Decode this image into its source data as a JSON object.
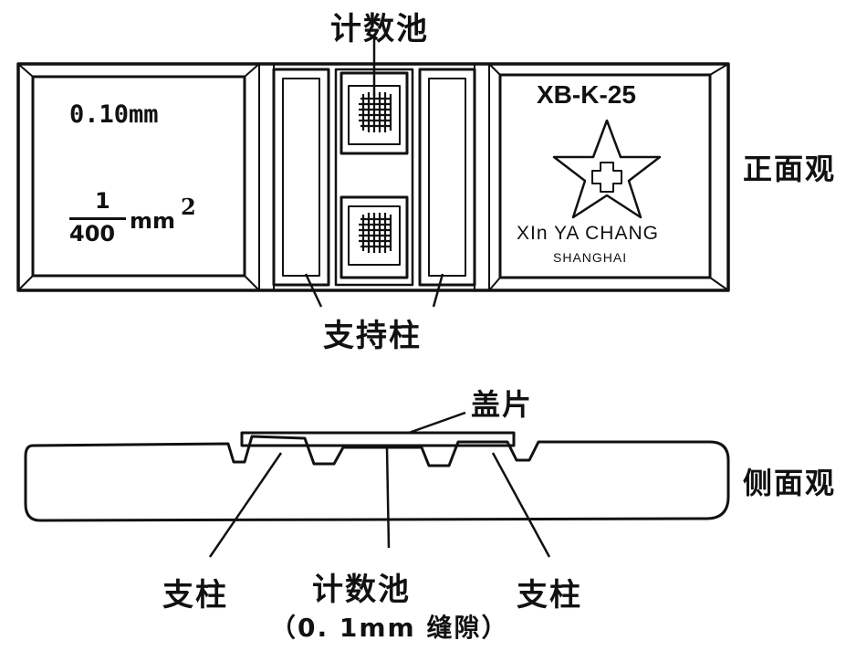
{
  "front": {
    "counting_chamber": "计数池",
    "depth": "0.10mm",
    "area_numerator": "1",
    "area_denominator": "400",
    "area_unit": "mm",
    "area_exponent": "2",
    "model": "XB-K-25",
    "maker_line1": "XIn YA CHANG",
    "maker_line2": "SHANGHAI",
    "view_label": "正面观",
    "support_pillar": "支持柱"
  },
  "side": {
    "cover_slip": "盖片",
    "view_label": "侧面观",
    "pillar_left": "支柱",
    "pillar_right": "支柱",
    "counting_chamber": "计数池",
    "gap_note": "（0. 1mm 缝隙）"
  }
}
